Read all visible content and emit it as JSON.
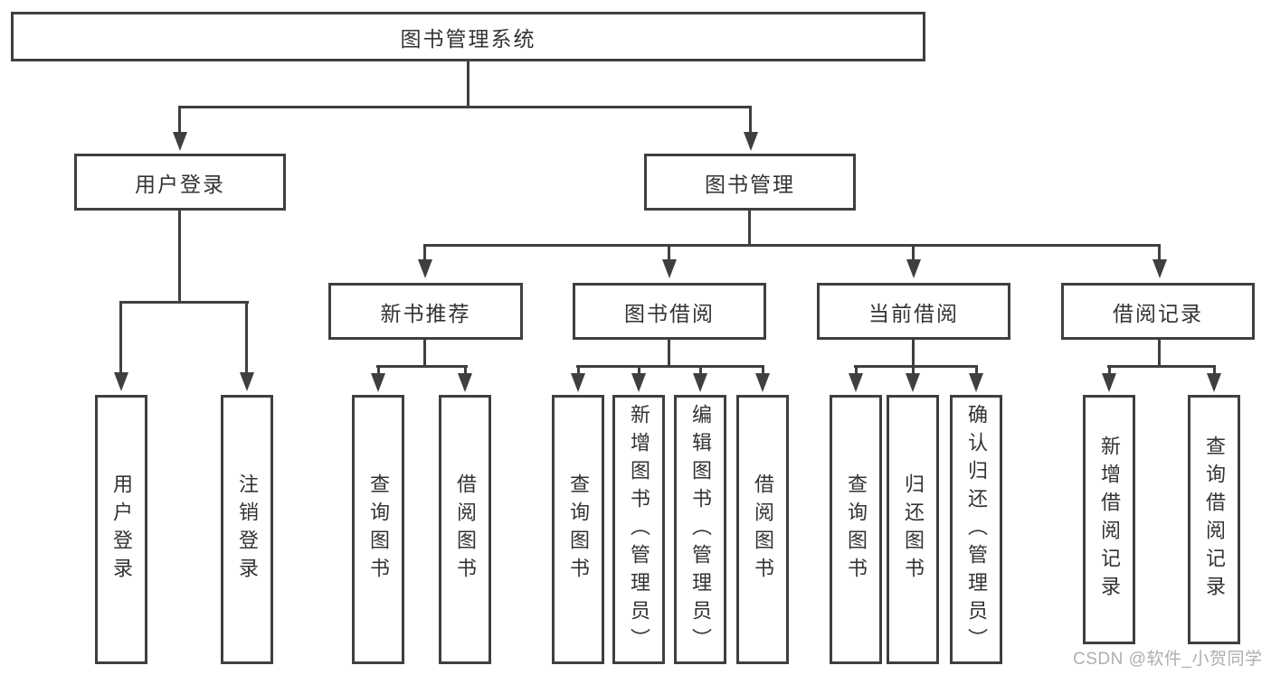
{
  "diagram": {
    "title": "图书管理系统",
    "root": {
      "label": "图书管理系统"
    },
    "branches": [
      {
        "label": "用户登录",
        "children": [
          {
            "label": "用户登录"
          },
          {
            "label": "注销登录"
          }
        ]
      },
      {
        "label": "图书管理",
        "children": [
          {
            "label": "新书推荐",
            "children": [
              {
                "label": "查询图书"
              },
              {
                "label": "借阅图书"
              }
            ]
          },
          {
            "label": "图书借阅",
            "children": [
              {
                "label": "查询图书"
              },
              {
                "label": "新增图书（管理员）"
              },
              {
                "label": "编辑图书（管理员）"
              },
              {
                "label": "借阅图书"
              }
            ]
          },
          {
            "label": "当前借阅",
            "children": [
              {
                "label": "查询图书"
              },
              {
                "label": "归还图书"
              },
              {
                "label": "确认归还（管理员）"
              }
            ]
          },
          {
            "label": "借阅记录",
            "children": [
              {
                "label": "新增借阅记录"
              },
              {
                "label": "查询借阅记录"
              }
            ]
          }
        ]
      }
    ]
  },
  "watermark": {
    "text": "CSDN @软件_小贺同学"
  },
  "colors": {
    "line": "#3f3f3f",
    "box_border": "#3f3f3f",
    "text": "#333333",
    "watermark": "#a8a8a8",
    "background": "#ffffff"
  }
}
